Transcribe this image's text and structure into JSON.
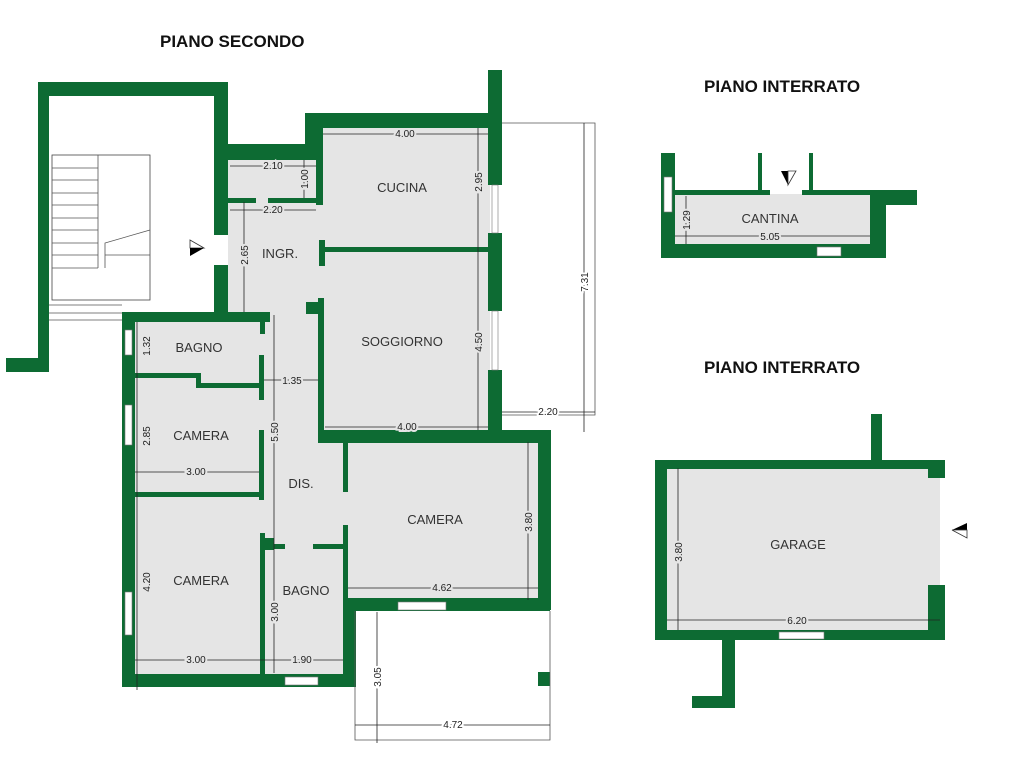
{
  "titles": {
    "second_floor": "PIANO SECONDO",
    "basement_1": "PIANO INTERRATO",
    "basement_2": "PIANO INTERRATO"
  },
  "rooms": {
    "cucina": "CUCINA",
    "ingresso": "INGR.",
    "soggiorno": "SOGGIORNO",
    "bagno_1": "BAGNO",
    "camera_1": "CAMERA",
    "disimpegno": "DIS.",
    "camera_2": "CAMERA",
    "camera_3": "CAMERA",
    "bagno_2": "BAGNO",
    "cantina": "CANTINA",
    "garage": "GARAGE"
  },
  "dimensions": {
    "cucina_w": "4.00",
    "cucina_h": "2.95",
    "rip_w": "2.10",
    "rip_h": "1.00",
    "ingr_w": "2.20",
    "ingr_h": "2.65",
    "soggiorno_h": "4.50",
    "soggiorno_w": "4.00",
    "terrace_h": "7.31",
    "terrace_w": "2.20",
    "bagno1_h": "1.32",
    "dis_w": "1.35",
    "dis_h": "5.50",
    "camera1_h": "2.85",
    "camera1_w": "3.00",
    "camera2_h": "3.80",
    "camera2_w": "4.62",
    "camera3_h": "4.20",
    "camera3_w": "3.00",
    "bagno2_h": "3.00",
    "bagno2_w": "1.90",
    "terrace2_h": "3.05",
    "terrace2_w": "4.72",
    "cantina_h": "1.29",
    "cantina_w": "5.05",
    "garage_h": "3.80",
    "garage_w": "6.20"
  },
  "colors": {
    "wall": "#0d6b33",
    "floor": "#e5e5e5"
  },
  "icons": [
    "entrance-arrow-icon",
    "entrance-arrow-icon",
    "entrance-arrow-icon"
  ]
}
